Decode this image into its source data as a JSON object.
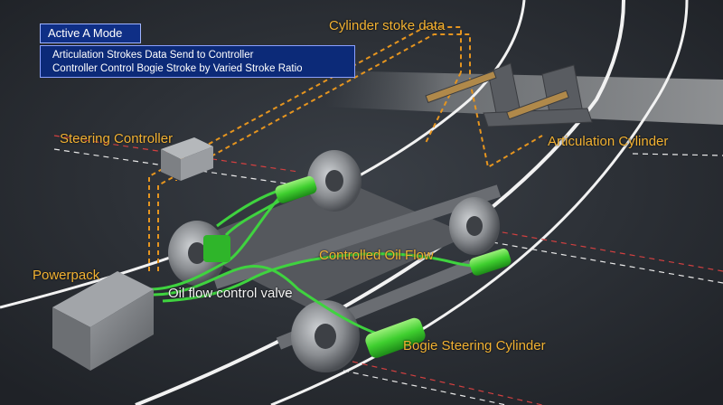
{
  "mode": {
    "title": "Active A Mode",
    "lines": [
      "Articulation Strokes Data Send to Controller",
      "Controller Control  Bogie Stroke by Varied Stroke Ratio"
    ]
  },
  "labels": {
    "cylinder_stoke_data": "Cylinder stoke data",
    "steering_controller": "Steering Controller",
    "articulation_cylinder": "Articulation Cylinder",
    "controlled_oil_flow": "Controlled Oil Flow",
    "powerpack": "Powerpack",
    "oil_flow_control_valve": "Oil flow control valve",
    "bogie_steering_cylinder": "Bogie Steering Cylinder"
  },
  "colors": {
    "background": "#2b2f35",
    "label": "#f2b233",
    "oil_flow": "#3fd33f",
    "mode_box": "#0f2f86"
  }
}
